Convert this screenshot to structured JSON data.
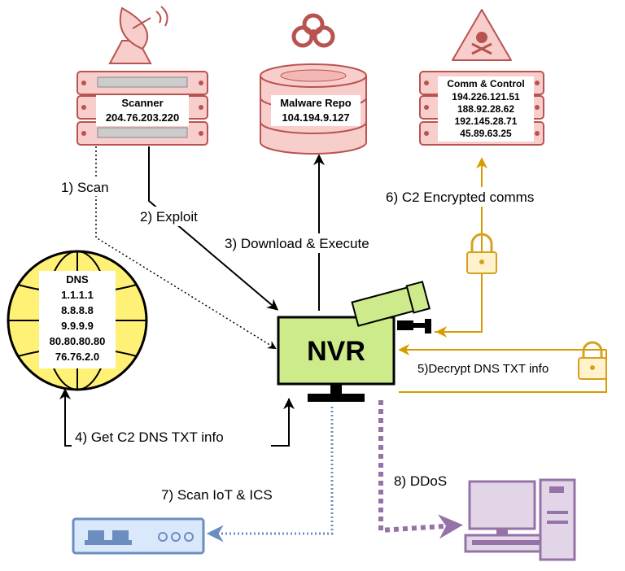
{
  "scanner": {
    "title": "Scanner",
    "ip": "204.76.203.220"
  },
  "malware_repo": {
    "title": "Malware Repo",
    "ip": "104.194.9.127"
  },
  "c2": {
    "title": "Comm & Control",
    "ips": [
      "194.226.121.51",
      "188.92.28.62",
      "192.145.28.71",
      "45.89.63.25"
    ]
  },
  "dns": {
    "title": "DNS",
    "servers": [
      "1.1.1.1",
      "8.8.8.8",
      "9.9.9.9",
      "80.80.80.80",
      "76.76.2.0"
    ]
  },
  "nvr": {
    "label": "NVR"
  },
  "steps": {
    "scan": "1) Scan",
    "exploit": "2) Exploit",
    "download": "3) Download & Execute",
    "get_dns": "4) Get C2 DNS TXT info",
    "decrypt": "5)Decrypt DNS TXT info",
    "c2_comms": "6) C2 Encrypted comms",
    "scan_iot": "7) Scan IoT & ICS",
    "ddos": "8) DDoS"
  },
  "colors": {
    "server_fill": "#f8cecc",
    "server_stroke": "#b85450",
    "nvr_fill": "#cdeb8b",
    "globe_fill": "#fff176",
    "lock_fill": "#fff2cc",
    "lock_stroke": "#d6a020",
    "orange_arrow": "#d79b00",
    "blue_arrow": "#6c8ebf",
    "purple_arrow": "#9673a6",
    "iot_fill": "#dae8fc",
    "pc_fill": "#e1d5e7"
  }
}
